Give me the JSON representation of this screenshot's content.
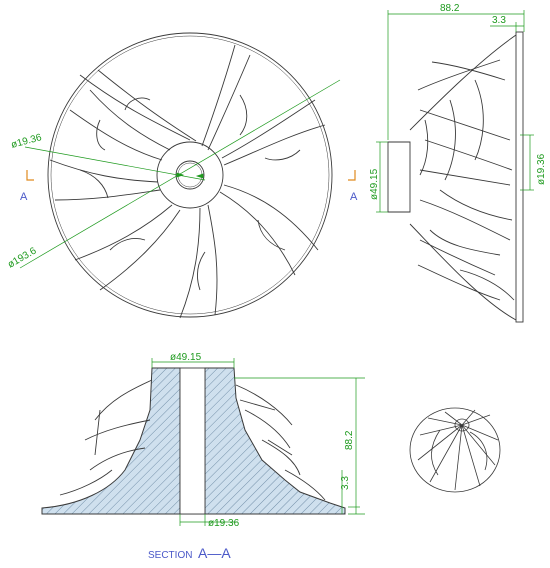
{
  "front_view": {
    "dim_hub_diameter": "ø19.36",
    "dim_outer_diameter": "ø193.6",
    "section_marker_left": "A",
    "section_marker_right": "A"
  },
  "side_view": {
    "dim_overall_length": "88.2",
    "dim_disc_thickness": "3.3",
    "dim_hub_diameter": "ø49.15",
    "dim_bore_diameter": "ø19.36"
  },
  "section_view": {
    "dim_hub_diameter": "ø49.15",
    "dim_height": "88.2",
    "dim_disc_thickness": "3.3",
    "dim_bore_diameter": "ø19.36",
    "caption_prefix": "SECTION",
    "caption_name": "A—A"
  },
  "colors": {
    "line": "#3a3a3a",
    "dimension": "#1e9a1e",
    "label": "#4a58c8",
    "section_fill": "#cfe0ee",
    "marker": "#e08a1e"
  }
}
